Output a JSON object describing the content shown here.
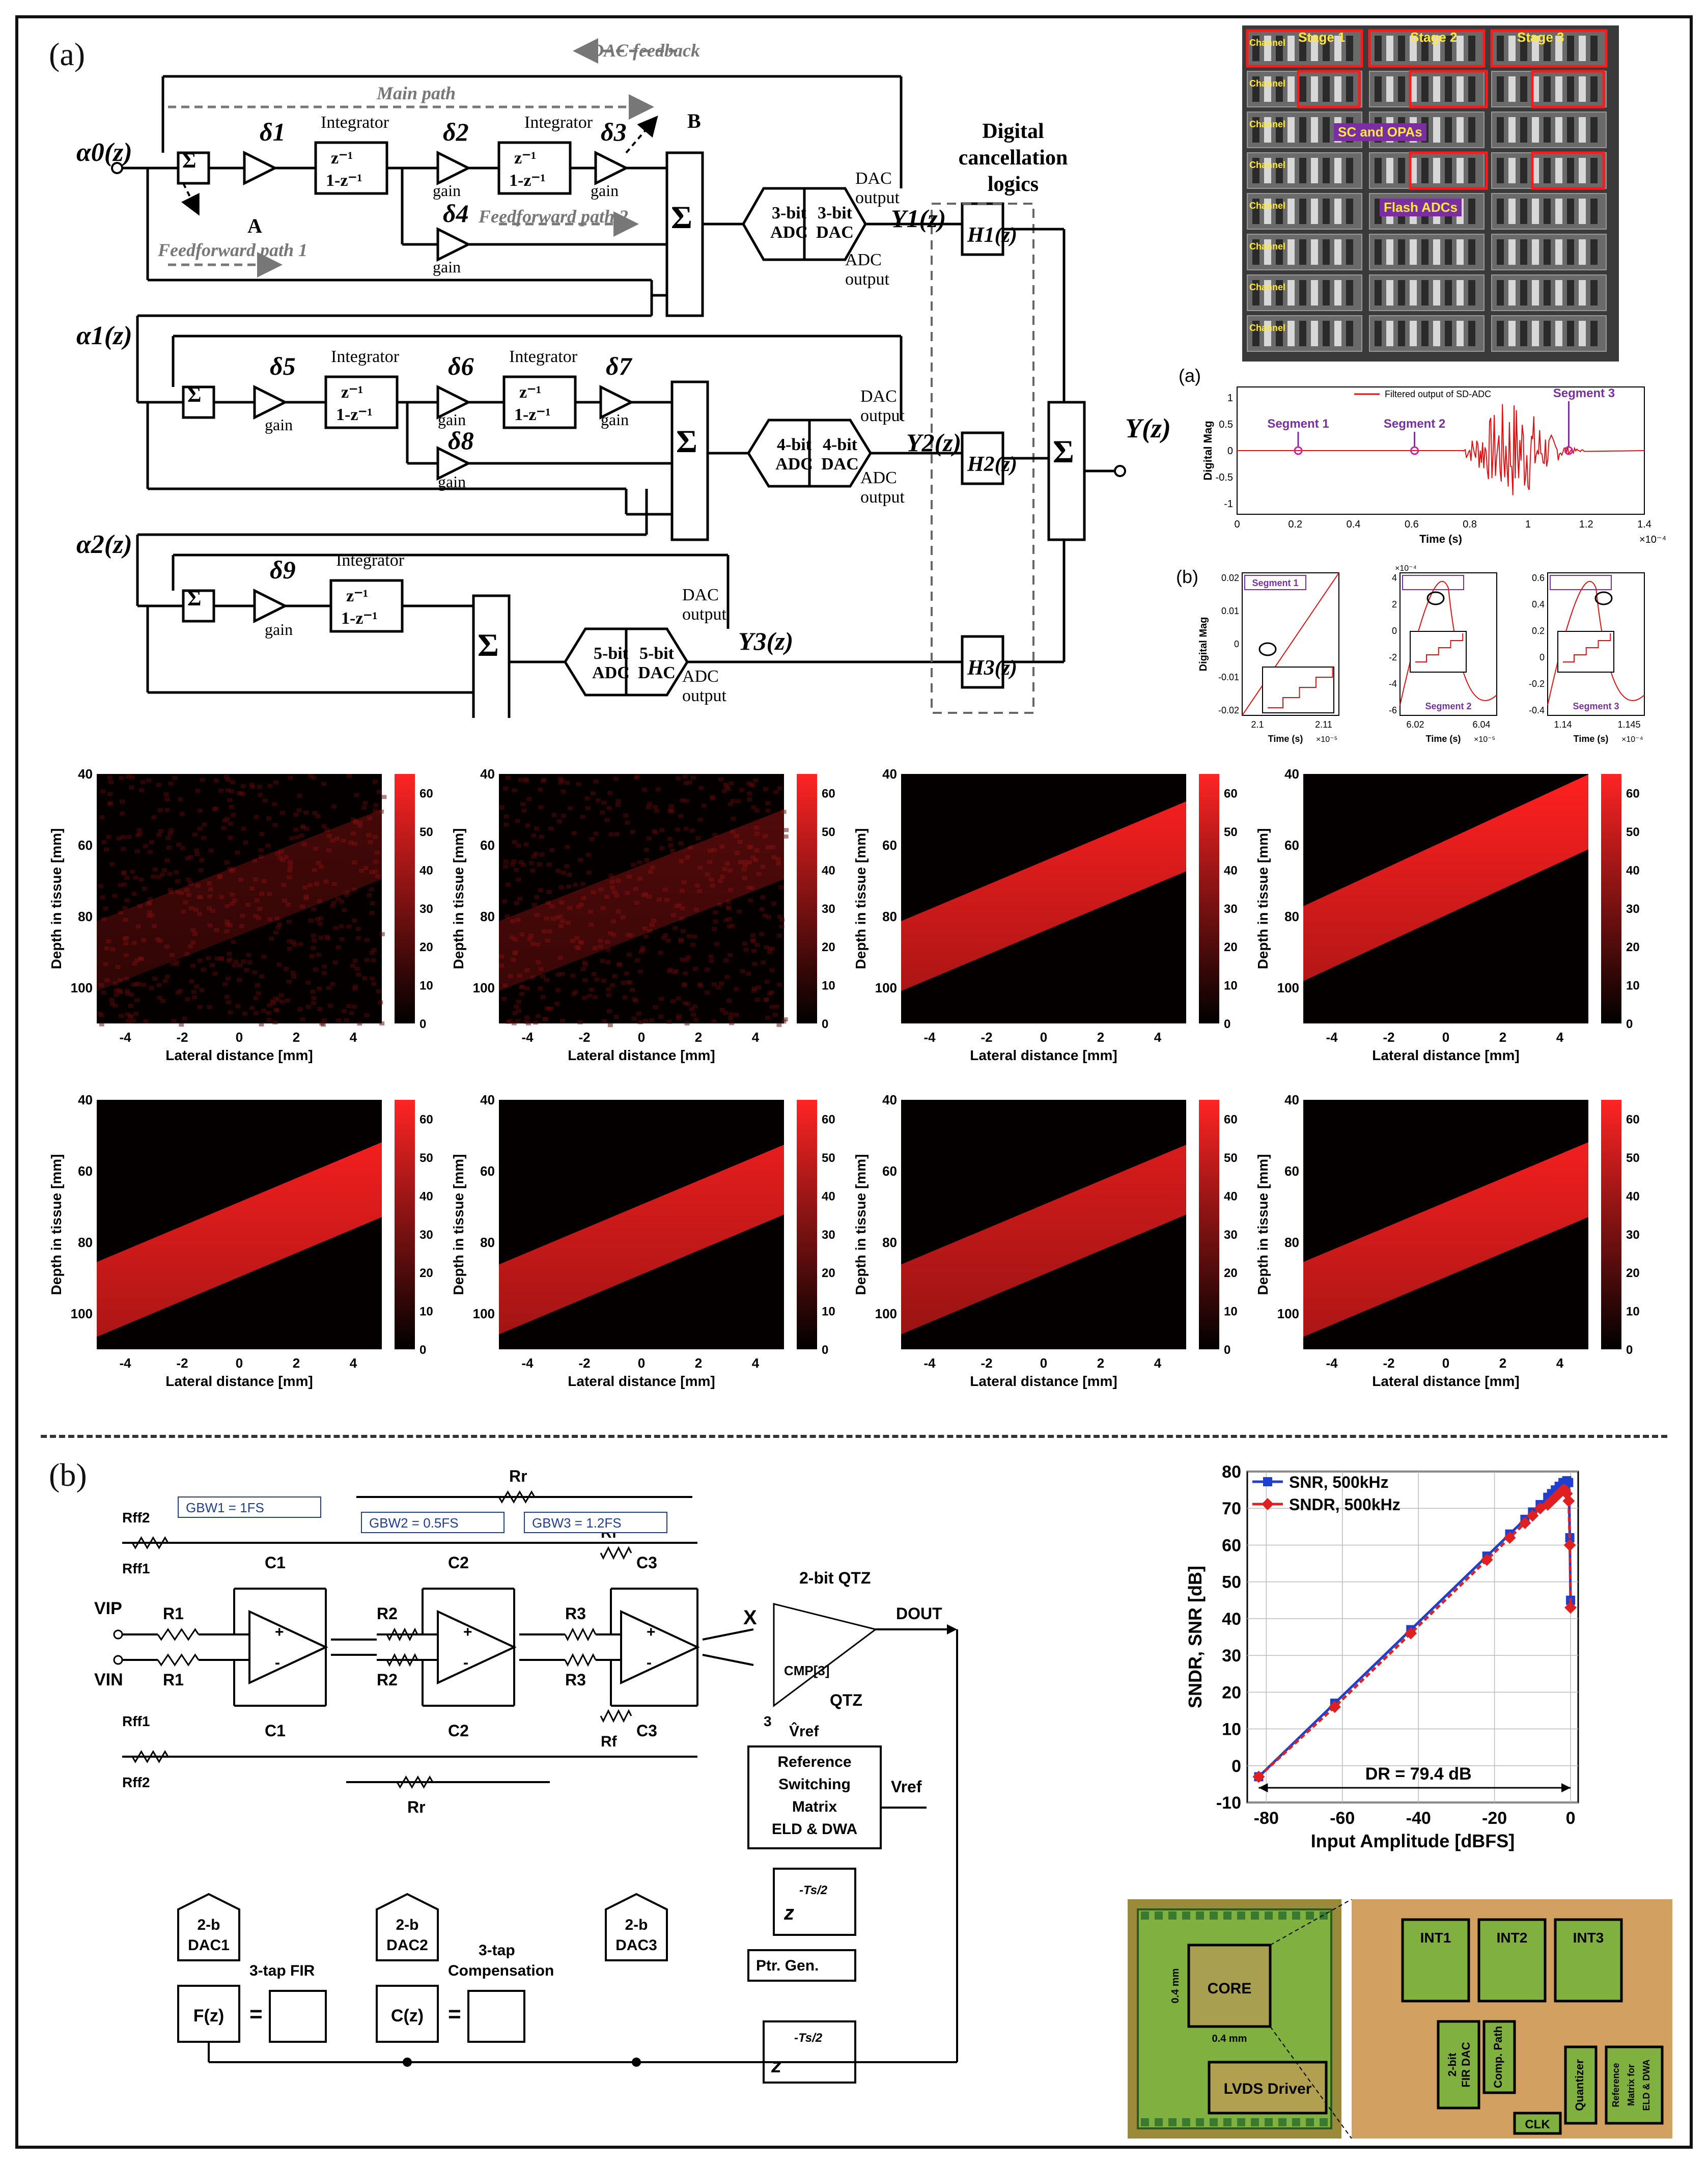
{
  "panel_a_label": "(a)",
  "panel_b_label": "(b)",
  "block_diagram": {
    "inputs": [
      "α0(z)",
      "α1(z)",
      "α2(z)"
    ],
    "outputs": [
      "Y1(z)",
      "Y2(z)",
      "Y3(z)"
    ],
    "filters": [
      "H1(z)",
      "H2(z)",
      "H3(z)"
    ],
    "final_output": "Y(z)",
    "gains_stage1": [
      "δ1",
      "δ2",
      "δ3",
      "δ4"
    ],
    "gains_stage2": [
      "δ5",
      "δ6",
      "δ7",
      "δ8"
    ],
    "gains_stage3": [
      "δ9"
    ],
    "gain_word": "gain",
    "integrator_word": "Integrator",
    "integrator_tf_num": "z⁻¹",
    "integrator_tf_den": "1-z⁻¹",
    "sigma": "Σ",
    "dac_feedback": "DAC feedback",
    "main_path": "Main path",
    "ff_path1": "Feedforward path 1",
    "ff_path2": "Feedforward path 2",
    "point_a": "A",
    "point_b": "B",
    "dac_output": "DAC output",
    "adc_output": "ADC output",
    "quantizers": [
      {
        "adc": "3-bit ADC",
        "dac": "3-bit DAC"
      },
      {
        "adc": "4-bit ADC",
        "dac": "4-bit DAC"
      },
      {
        "adc": "5-bit ADC",
        "dac": "5-bit DAC"
      }
    ],
    "digital_cancel": [
      "Digital",
      "cancellation",
      "logics"
    ]
  },
  "die_photo": {
    "stages": [
      "Stage 1",
      "Stage 2",
      "Stage 3"
    ],
    "label_sc": "SC and OPAs",
    "label_flash": "Flash ADCs",
    "channel_word": "Channel"
  },
  "sdadc_chart": {
    "sub_label": "(a)",
    "legend": "Filtered output of SD-ADC",
    "ylabel": "Digital Mag",
    "xlabel": "Time (s)",
    "x_multiplier": "×10⁻⁴",
    "segments": [
      "Segment 1",
      "Segment 2",
      "Segment 3"
    ]
  },
  "segment_zoom": {
    "sub_label": "(b)",
    "ylabel": "Digital Mag",
    "panels": [
      {
        "title": "Segment 1",
        "xlabel": "Time (s)",
        "mult": "×10⁻⁵",
        "multiplier_y": "",
        "xticks": [
          "2.1",
          "2.11"
        ],
        "yticks": [
          "0.02",
          "0.01",
          "0",
          "-0.01",
          "-0.02"
        ]
      },
      {
        "title": "Segment 2",
        "xlabel": "Time (s)",
        "mult": "×10⁻⁵",
        "multiplier_y": "×10⁻⁴",
        "xticks": [
          "6.02",
          "6.04"
        ],
        "yticks": [
          "4",
          "2",
          "0",
          "-2",
          "-4",
          "-6"
        ]
      },
      {
        "title": "Segment 3",
        "xlabel": "Time (s)",
        "mult": "×10⁻⁴",
        "multiplier_y": "",
        "xticks": [
          "1.14",
          "1.145"
        ],
        "yticks": [
          "0.6",
          "0.4",
          "0.2",
          "0",
          "-0.2",
          "-0.4"
        ]
      }
    ]
  },
  "heatmaps": {
    "xlabel": "Lateral distance [mm]",
    "ylabel": "Depth in tissue [mm]",
    "xticks": [
      "-4",
      "-2",
      "0",
      "2",
      "4"
    ],
    "yticks": [
      "40",
      "60",
      "80",
      "100"
    ],
    "cbar_ticks": [
      "60",
      "50",
      "40",
      "30",
      "20",
      "10",
      "0"
    ]
  },
  "circuit": {
    "resistors": [
      "Rff2",
      "Rff1",
      "R1",
      "R1",
      "Rff1",
      "Rff2",
      "R2",
      "R2",
      "R3",
      "R3",
      "Rf",
      "Rf",
      "Rr",
      "Rr"
    ],
    "caps": [
      "C1",
      "C1",
      "C2",
      "C2",
      "C3",
      "C3"
    ],
    "gbw": [
      "GBW1 = 1FS",
      "GBW2 = 0.5FS",
      "GBW3 = 1.2FS"
    ],
    "vip": "VIP",
    "vin": "VIN",
    "qtz_title": "2-bit QTZ",
    "cmp": "CMP[3]",
    "qtz": "QTZ",
    "dout": "DOUT",
    "x_mark": "X",
    "three": "3",
    "vref_hat": "V̂ref",
    "vref": "Vref",
    "ref_matrix": [
      "Reference",
      "Switching",
      "Matrix",
      "ELD & DWA"
    ],
    "delay": "z",
    "delay_exp": "-Ts/2",
    "ptr_gen": "Ptr. Gen.",
    "dacs": [
      "2-b DAC1",
      "2-b DAC2",
      "2-b DAC3"
    ],
    "fz": "F(z)",
    "cz": "C(z)",
    "fir_label": "3-tap FIR",
    "comp_label": [
      "3-tap",
      "Compensation"
    ]
  },
  "sndr_chart": {
    "type": "line",
    "title": "",
    "xlabel": "Input Amplitude [dBFS]",
    "ylabel": "SNDR, SNR [dB]",
    "xlim": [
      -85,
      2
    ],
    "ylim": [
      -10,
      80
    ],
    "xticks": [
      -80,
      -60,
      -40,
      -20,
      0
    ],
    "yticks": [
      -10,
      0,
      10,
      20,
      30,
      40,
      50,
      60,
      70,
      80
    ],
    "annotation": "DR = 79.4 dB",
    "series": [
      {
        "name": "SNR, 500kHz",
        "color": "#1f3fcf",
        "x": [
          -82,
          -62,
          -42,
          -22,
          -16,
          -12,
          -10,
          -8,
          -6,
          -5,
          -4,
          -3,
          -2,
          -1.5,
          -1,
          -0.5,
          -0.2,
          0
        ],
        "y": [
          -3,
          17,
          37,
          57,
          63,
          67,
          69,
          71,
          73,
          74,
          75,
          76,
          77,
          77,
          77.5,
          77,
          62,
          45
        ]
      },
      {
        "name": "SNDR, 500kHz",
        "color": "#e02020",
        "x": [
          -82,
          -62,
          -42,
          -22,
          -16,
          -12,
          -10,
          -8,
          -6,
          -5,
          -4,
          -3,
          -2,
          -1.5,
          -1,
          -0.5,
          -0.2,
          0
        ],
        "y": [
          -3,
          16,
          36,
          56,
          62,
          66,
          68,
          70,
          71,
          72,
          73,
          74,
          75,
          75,
          74,
          72,
          60,
          43
        ]
      }
    ]
  },
  "chip_photo": {
    "core": "CORE",
    "dim1": "0.4 mm",
    "dim2": "0.4 mm",
    "lvds": "LVDS Driver",
    "ints": [
      "INT1",
      "INT2",
      "INT3"
    ],
    "fir_dac": [
      "2-bit",
      "FIR DAC"
    ],
    "comp_path": "Comp. Path",
    "quantizer": "Quantizer",
    "ref_matrix": [
      "Reference",
      "Matrix for",
      "ELD & DWA"
    ],
    "clk": "CLK"
  }
}
